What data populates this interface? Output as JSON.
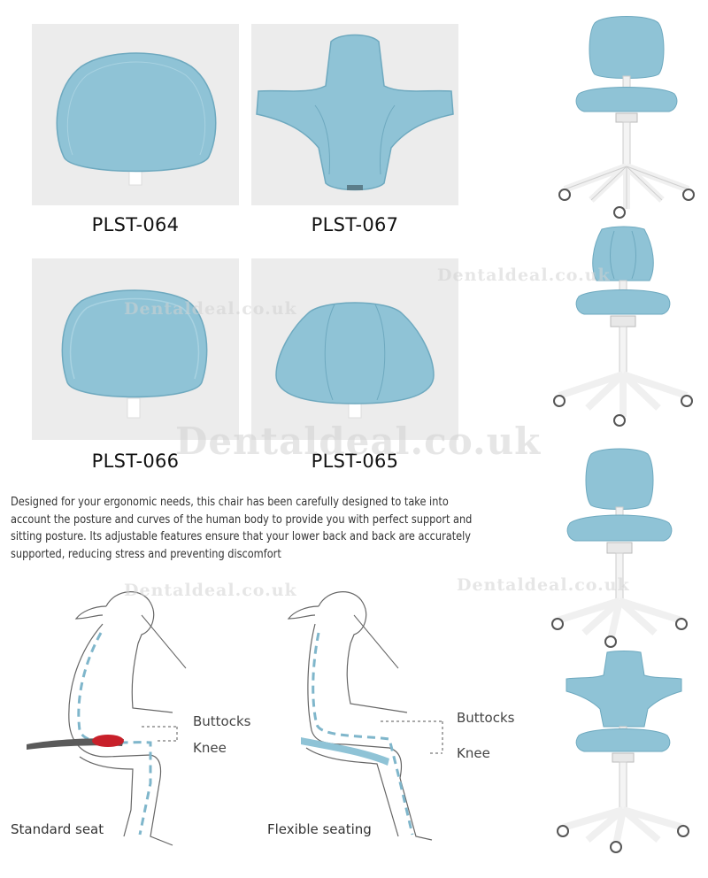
{
  "products": [
    {
      "code": "PLST-064"
    },
    {
      "code": "PLST-067"
    },
    {
      "code": "PLST-066"
    },
    {
      "code": "PLST-065"
    }
  ],
  "description": "Designed for your ergonomic needs, this chair has been carefully designed to take into account the posture and curves of the human body to provide you with perfect support and sitting posture. Its adjustable features ensure that your lower back and back are accurately supported, reducing stress and preventing discomfort",
  "diagrams": {
    "standard": {
      "caption": "Standard seat",
      "label_buttocks": "Buttocks",
      "label_knee": "Knee"
    },
    "flexible": {
      "caption": "Flexible seating",
      "label_buttocks": "Buttocks",
      "label_knee": "Knee"
    }
  },
  "watermark": "Dentaldeal.co.uk",
  "colors": {
    "upholstery": "#8fc3d6",
    "panel_bg": "#ececec",
    "pressure_point": "#c8202a",
    "frame": "#f4f4f4"
  }
}
